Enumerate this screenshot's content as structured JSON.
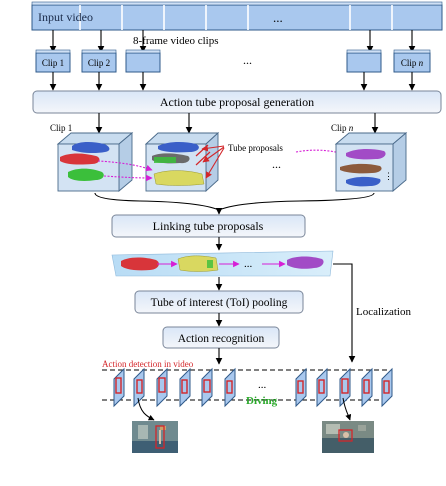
{
  "labels": {
    "input_video": "Input video",
    "ellipsis": "...",
    "clips_caption": "8-frame video clips",
    "clip1": "Clip 1",
    "clip2": "Clip 2",
    "clipn": "Clip n",
    "clipn_prefix": "Clip ",
    "clipn_var": "n",
    "proposal_gen": "Action tube proposal generation",
    "tube_proposals": "Tube proposals",
    "linking": "Linking tube proposals",
    "toi_pooling": "Tube of interest (ToI) pooling",
    "action_recognition": "Action recognition",
    "localization": "Localization",
    "detection_in_video": "Action detection in video",
    "diving": "Diving"
  },
  "colors": {
    "box_blue": "#a9c8ee",
    "box_border": "#2f5a8a",
    "panel_gray": "#eef0f4",
    "arrow_magenta": "#d61fd6",
    "red": "#d3262a",
    "green": "#2aa82a",
    "tube_red": "#d8353a",
    "tube_green": "#3bbf3b",
    "tube_yellow": "#d9d860",
    "tube_purple": "#a24bc6",
    "tube_brown": "#8c5a3c"
  }
}
